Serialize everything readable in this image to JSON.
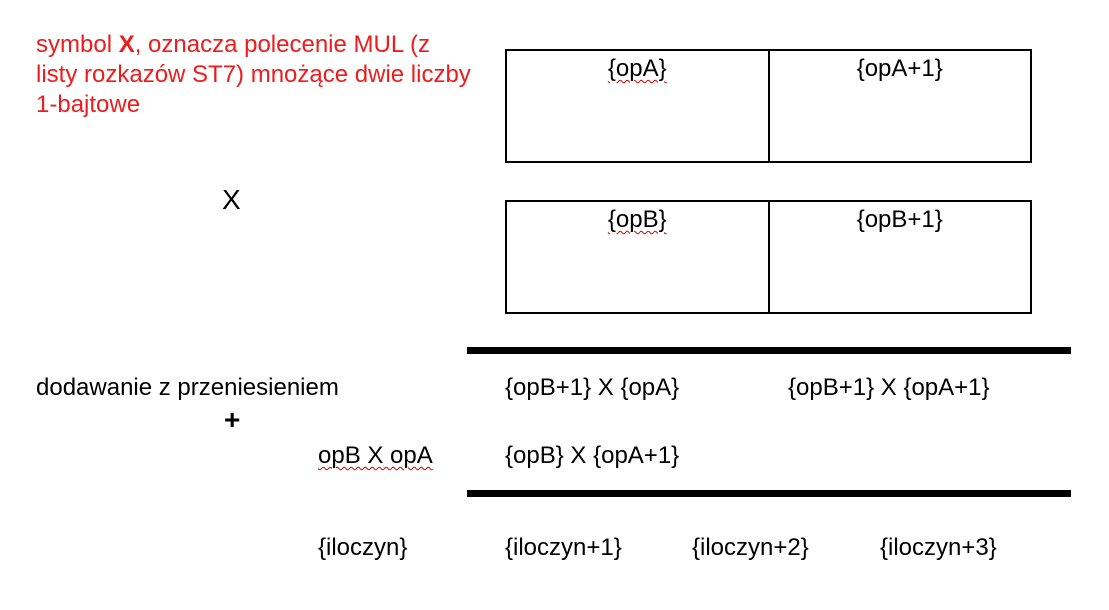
{
  "note": {
    "prefix": "symbol ",
    "symbol": "X",
    "suffix": ", oznacza polecenie MUL (z listy rozkazów ST7) mnożące dwie liczby 1-bajtowe"
  },
  "multiply_sign": "X",
  "plus_sign": "+",
  "box_a": {
    "left": "{opA}",
    "right": "{opA+1}"
  },
  "box_b": {
    "left": "{opB}",
    "right": "{opB+1}"
  },
  "row1": {
    "label": "dodawanie z przeniesieniem",
    "c1": "{opB+1} X {opA}",
    "c2": "{opB+1} X {opA+1}"
  },
  "row2": {
    "label": "opB X opA",
    "c1": "{opB} X {opA+1}"
  },
  "result": [
    "{iloczyn}",
    "{iloczyn+1}",
    "{iloczyn+2}",
    "{iloczyn+3}"
  ],
  "colors": {
    "note": "#ee1c1c",
    "ink": "#000000"
  }
}
